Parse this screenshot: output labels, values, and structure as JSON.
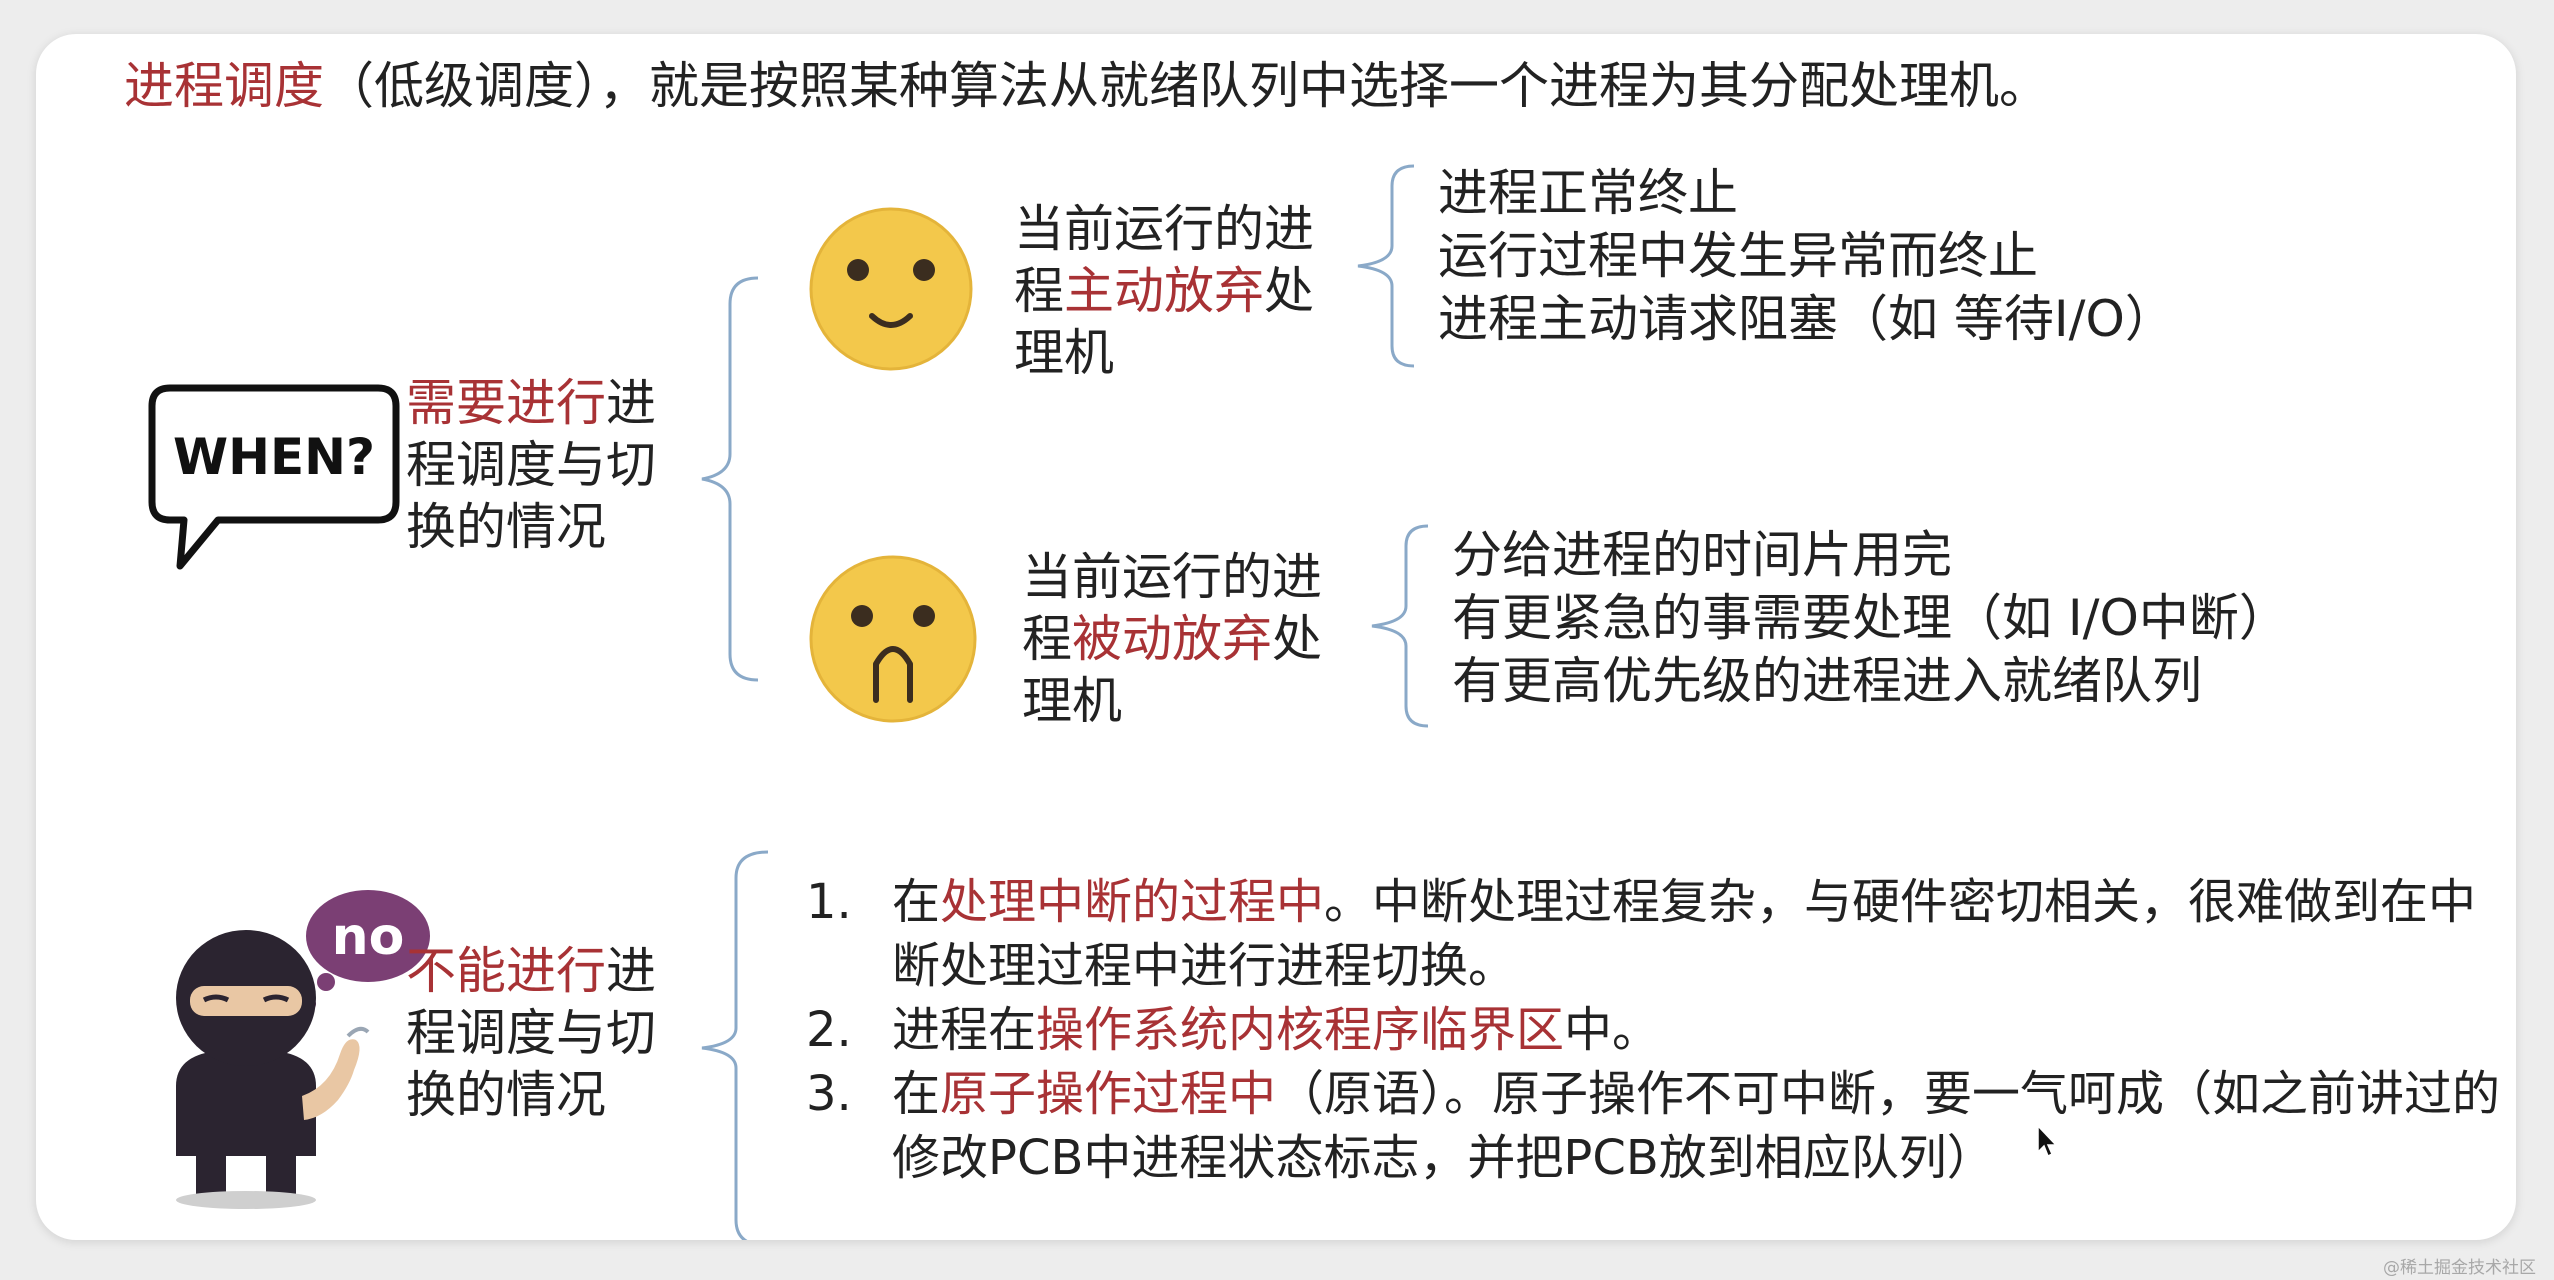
{
  "title": {
    "term": "进程调度",
    "rest": "（低级调度），就是按照某种算法从就绪队列中选择一个进程为其分配处理机。"
  },
  "when_section": {
    "bubble_text": "WHEN?",
    "label_highlight": "需要进行",
    "label_rest": "进程调度与切换的情况",
    "active_case": {
      "label_pre": "当前运行的进程",
      "label_highlight": "主动放弃",
      "label_post": "处理机",
      "items": [
        "进程正常终止",
        "运行过程中发生异常而终止",
        "进程主动请求阻塞（如 等待I/O）"
      ]
    },
    "passive_case": {
      "label_pre": "当前运行的进程",
      "label_highlight": "被动放弃",
      "label_post": "处理机",
      "items": [
        "分给进程的时间片用完",
        "有更紧急的事需要处理（如 I/O中断）",
        "有更高优先级的进程进入就绪队列"
      ]
    }
  },
  "no_section": {
    "bubble_text": "no",
    "label_highlight": "不能进行",
    "label_rest": "进程调度与切换的情况",
    "list": [
      {
        "num": "1.",
        "pre": "在",
        "highlight": "处理中断的过程中",
        "post": "。中断处理过程复杂，与硬件密切相关，很难做到在中断处理过程中进行进程切换。"
      },
      {
        "num": "2.",
        "pre": "进程在",
        "highlight": "操作系统内核程序临界区",
        "post": "中。"
      },
      {
        "num": "3.",
        "pre": "在",
        "highlight": "原子操作过程中",
        "post": "（原语）。原子操作不可中断，要一气呵成（如之前讲过的修改PCB中进程状态标志，并把PCB放到相应队列）"
      }
    ]
  },
  "watermark": "@稀土掘金技术社区",
  "colors": {
    "highlight": "#a83235",
    "bracket": "#8aa9c8",
    "emoji_face": "#f3c84b"
  }
}
